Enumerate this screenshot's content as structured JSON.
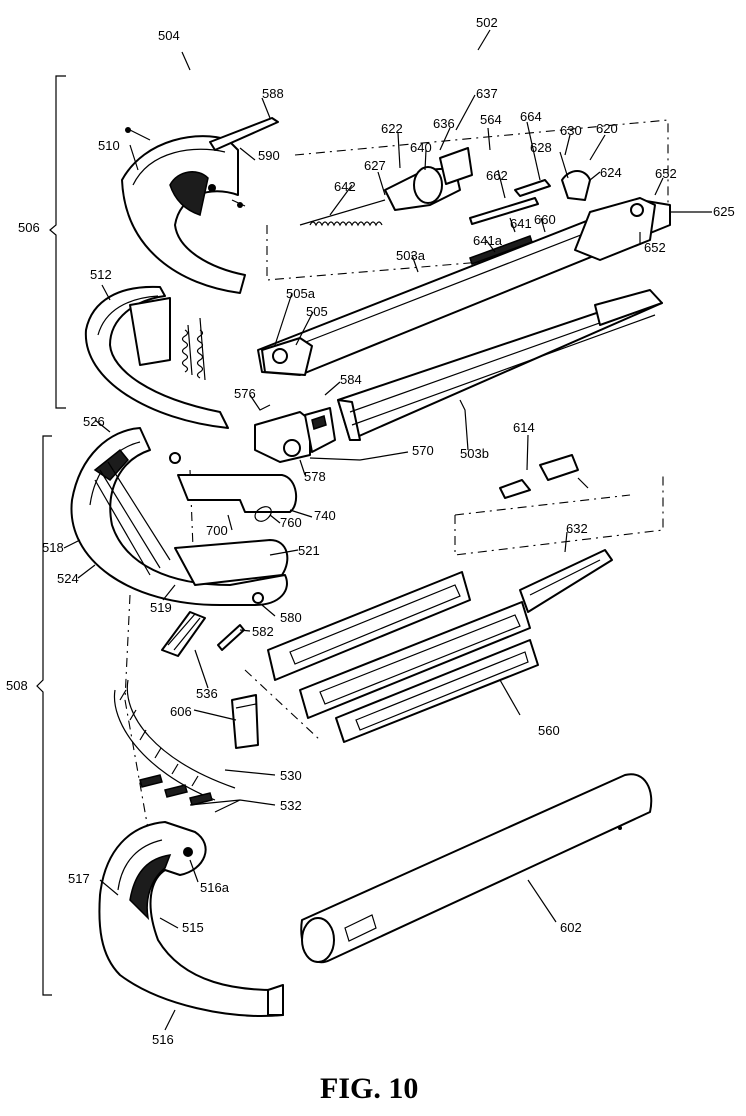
{
  "figure": {
    "caption": "FIG. 10",
    "labels": [
      {
        "id": "l504",
        "text": "504"
      },
      {
        "id": "l502",
        "text": "502"
      },
      {
        "id": "l588",
        "text": "588"
      },
      {
        "id": "l637",
        "text": "637"
      },
      {
        "id": "l510",
        "text": "510"
      },
      {
        "id": "l590",
        "text": "590"
      },
      {
        "id": "l622",
        "text": "622"
      },
      {
        "id": "l636",
        "text": "636"
      },
      {
        "id": "l564",
        "text": "564"
      },
      {
        "id": "l664",
        "text": "664"
      },
      {
        "id": "l630",
        "text": "630"
      },
      {
        "id": "l620",
        "text": "620"
      },
      {
        "id": "l640",
        "text": "640"
      },
      {
        "id": "l627",
        "text": "627"
      },
      {
        "id": "l628",
        "text": "628"
      },
      {
        "id": "l624",
        "text": "624"
      },
      {
        "id": "l652a",
        "text": "652"
      },
      {
        "id": "l662",
        "text": "662"
      },
      {
        "id": "l642",
        "text": "642"
      },
      {
        "id": "l625",
        "text": "625"
      },
      {
        "id": "l506",
        "text": "506"
      },
      {
        "id": "l641",
        "text": "641"
      },
      {
        "id": "l660",
        "text": "660"
      },
      {
        "id": "l641a",
        "text": "641a"
      },
      {
        "id": "l652b",
        "text": "652"
      },
      {
        "id": "l503a",
        "text": "503a"
      },
      {
        "id": "l512",
        "text": "512"
      },
      {
        "id": "l505a",
        "text": "505a"
      },
      {
        "id": "l505",
        "text": "505"
      },
      {
        "id": "l576",
        "text": "576"
      },
      {
        "id": "l584",
        "text": "584"
      },
      {
        "id": "l526",
        "text": "526"
      },
      {
        "id": "l570",
        "text": "570"
      },
      {
        "id": "l503b",
        "text": "503b"
      },
      {
        "id": "l578",
        "text": "578"
      },
      {
        "id": "l614",
        "text": "614"
      },
      {
        "id": "l740",
        "text": "740"
      },
      {
        "id": "l700",
        "text": "700"
      },
      {
        "id": "l760",
        "text": "760"
      },
      {
        "id": "l632",
        "text": "632"
      },
      {
        "id": "l518",
        "text": "518"
      },
      {
        "id": "l521",
        "text": "521"
      },
      {
        "id": "l524",
        "text": "524"
      },
      {
        "id": "l519",
        "text": "519"
      },
      {
        "id": "l580",
        "text": "580"
      },
      {
        "id": "l582",
        "text": "582"
      },
      {
        "id": "l508",
        "text": "508"
      },
      {
        "id": "l536",
        "text": "536"
      },
      {
        "id": "l606",
        "text": "606"
      },
      {
        "id": "l560",
        "text": "560"
      },
      {
        "id": "l530",
        "text": "530"
      },
      {
        "id": "l532",
        "text": "532"
      },
      {
        "id": "l517",
        "text": "517"
      },
      {
        "id": "l516a",
        "text": "516a"
      },
      {
        "id": "l515",
        "text": "515"
      },
      {
        "id": "l602",
        "text": "602"
      },
      {
        "id": "l516",
        "text": "516"
      }
    ]
  }
}
